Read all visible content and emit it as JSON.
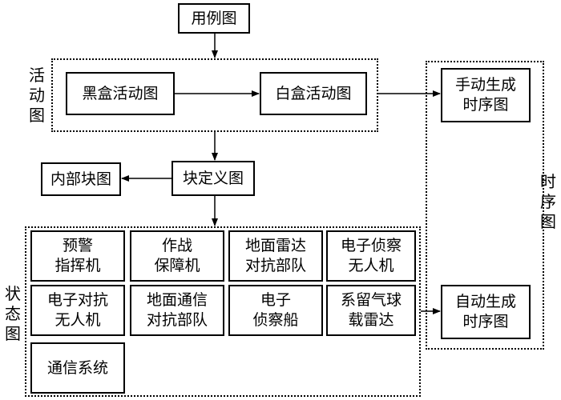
{
  "use_case": "用例图",
  "activity": {
    "label": "活\n动\n图",
    "black_box": "黑盒活动图",
    "white_box": "白盒活动图"
  },
  "internal_block": "内部块图",
  "block_def": "块定义图",
  "sequence": {
    "label": "时\n序\n图",
    "manual": "手动生成\n时序图",
    "auto": "自动生成\n时序图"
  },
  "state": {
    "label": "状\n态\n图",
    "items": [
      "预警\n指挥机",
      "作战\n保障机",
      "地面雷达\n对抗部队",
      "电子侦察\n无人机",
      "电子对抗\n无人机",
      "地面通信\n对抗部队",
      "电子\n侦察船",
      "系留气球\n载雷达",
      "通信系统"
    ]
  }
}
